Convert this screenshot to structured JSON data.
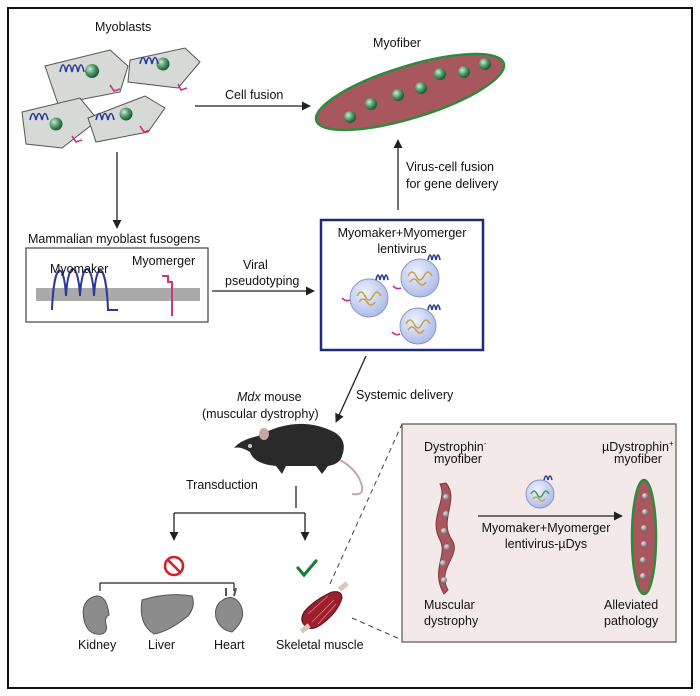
{
  "labels": {
    "myoblasts": "Myoblasts",
    "myofiber": "Myofiber",
    "cell_fusion": "Cell fusion",
    "virus_cell_fusion_1": "Virus-cell fusion",
    "virus_cell_fusion_2": "for gene delivery",
    "fusogens_title": "Mammalian myoblast fusogens",
    "myomaker": "Myomaker",
    "myomerger": "Myomerger",
    "viral_1": "Viral",
    "viral_2": "pseudotyping",
    "lentivirus_1": "Myomaker+Myomerger",
    "lentivirus_2": "lentivirus",
    "mdx_italic": "Mdx",
    "mdx_rest": " mouse",
    "mdx_line2": "(muscular dystrophy)",
    "systemic": "Systemic delivery",
    "transduction": "Transduction",
    "kidney": "Kidney",
    "liver": "Liver",
    "heart": "Heart",
    "skeletal": "Skeletal muscle",
    "dys_neg_1": "Dystrophin",
    "dys_neg_sup": "-",
    "dys_neg_2": "myofiber",
    "udys_pos_1": "µDystrophin",
    "udys_pos_sup": "+",
    "udys_pos_2": "myofiber",
    "inset_virus_1": "Myomaker+Myomerger",
    "inset_virus_2": "lentivirus-µDys",
    "muscular_1": "Muscular",
    "muscular_2": "dystrophy",
    "alleviated_1": "Alleviated",
    "alleviated_2": "pathology"
  },
  "colors": {
    "myofiber_fill": "#a9575f",
    "myofiber_border": "#2e8b3e",
    "nucleus": "#3d8b5a",
    "protein_blue": "#2a3a9a",
    "protein_pink": "#d0347a",
    "lentivirus_box_border": "#1f2a7a",
    "inset_bg": "#f4e9e9",
    "forbidden": "#d21f2b",
    "check": "#1e7a38"
  },
  "icons": [
    "forbidden-icon",
    "check-icon",
    "kidney-icon",
    "liver-icon",
    "heart-icon",
    "skeletal-muscle-icon",
    "mouse-icon"
  ]
}
